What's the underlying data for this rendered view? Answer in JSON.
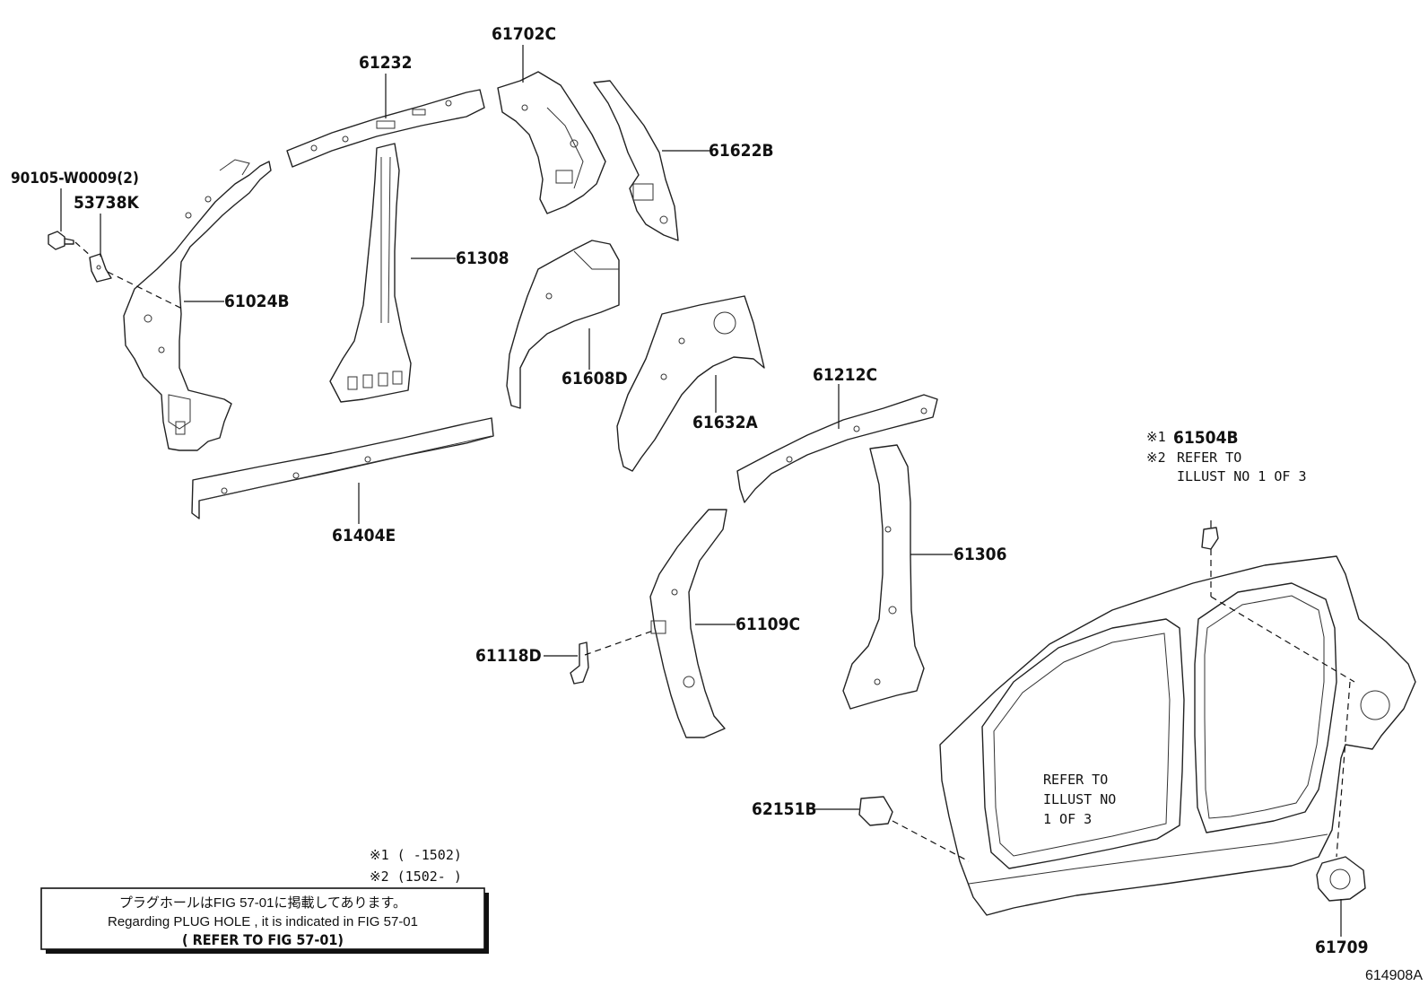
{
  "parts": {
    "p61702C": "61702C",
    "p61232": "61232",
    "p61622B": "61622B",
    "p90105": "90105-W0009(2)",
    "p53738K": "53738K",
    "p61308": "61308",
    "p61024B": "61024B",
    "p61608D": "61608D",
    "p61632A": "61632A",
    "p61212C": "61212C",
    "p61404E": "61404E",
    "p61504B": "61504B",
    "p61306": "61306",
    "p61109C": "61109C",
    "p61118D": "61118D",
    "p62151B": "62151B",
    "p61709": "61709"
  },
  "notes": {
    "mark1": "※1",
    "mark2": "※2",
    "refer_line1": "REFER TO",
    "refer_line2": "ILLUST NO 1 OF 3",
    "body_refer_1": "REFER TO",
    "body_refer_2": "ILLUST NO",
    "body_refer_3": "1 OF 3",
    "legend1": "※1 (     -1502)",
    "legend2": "※2 (1502-     )"
  },
  "notice": {
    "line_jp": "プラグホールはFIG 57-01に掲載してあります。",
    "line_en": "Regarding  PLUG HOLE , it is indicated in FIG 57-01",
    "line_ref": "( REFER TO FIG 57-01)"
  },
  "figure_id": "614908A"
}
